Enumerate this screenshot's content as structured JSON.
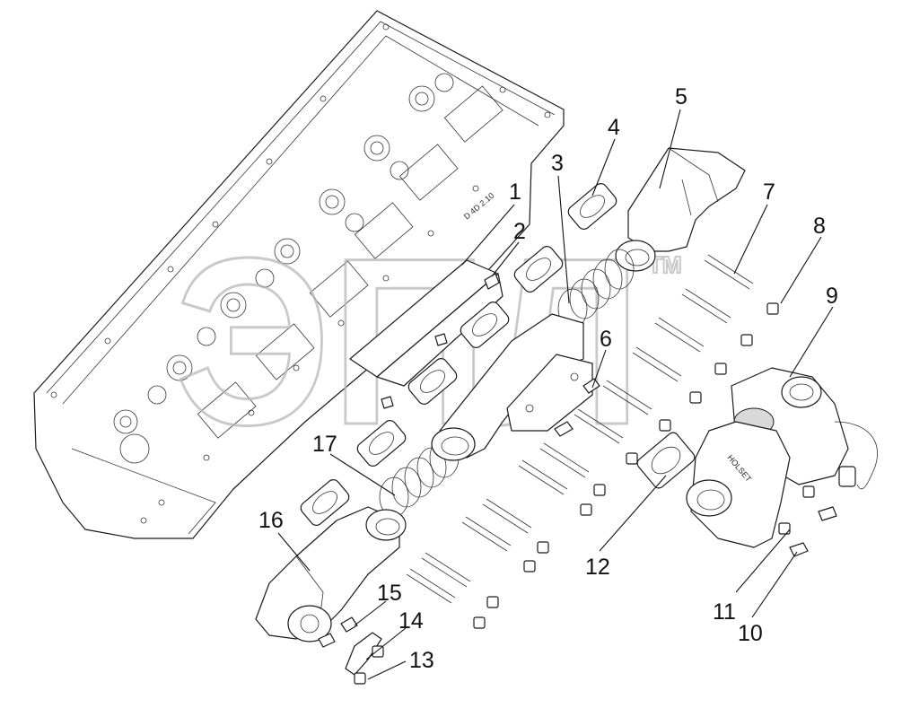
{
  "callouts": [
    "1",
    "2",
    "3",
    "4",
    "5",
    "6",
    "7",
    "8",
    "9",
    "10",
    "11",
    "12",
    "13",
    "14",
    "15",
    "16",
    "17"
  ],
  "watermark": {
    "text": "ЭПЛ",
    "tm": "TM"
  },
  "turbo_stamp": "HOLSET"
}
